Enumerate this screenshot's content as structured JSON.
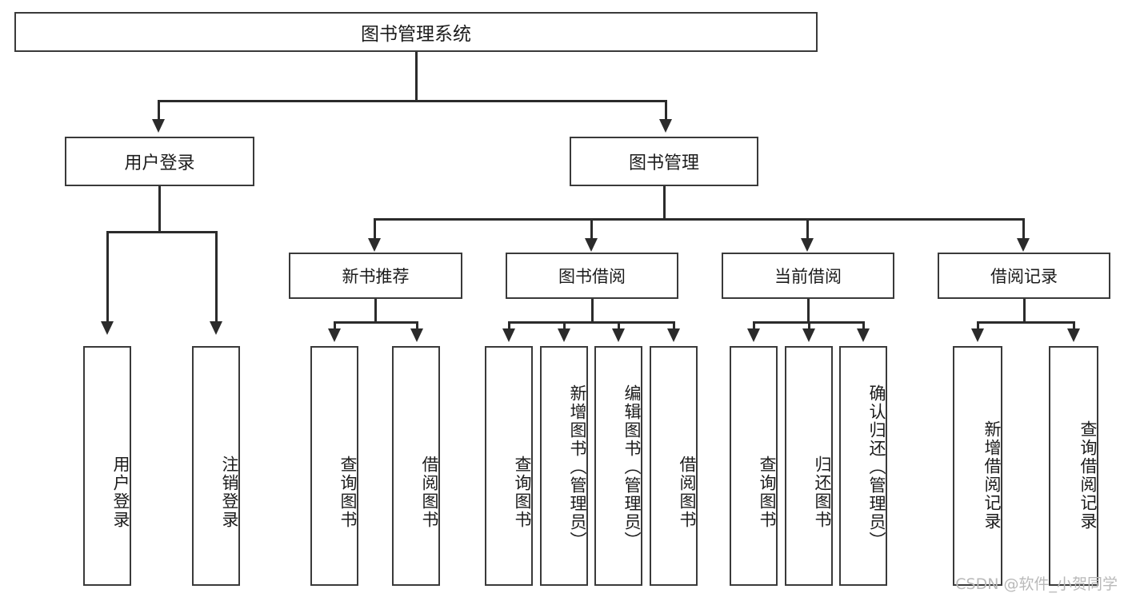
{
  "diagram": {
    "title": "图书管理系统",
    "type": "tree-hierarchy-chart",
    "root": {
      "label": "图书管理系统"
    },
    "level2": [
      {
        "label": "用户登录"
      },
      {
        "label": "图书管理"
      }
    ],
    "level3": [
      {
        "label": "新书推荐"
      },
      {
        "label": "图书借阅"
      },
      {
        "label": "当前借阅"
      },
      {
        "label": "借阅记录"
      }
    ],
    "leaves": {
      "user_login": [
        {
          "label": "用户登录"
        },
        {
          "label": "注销登录"
        }
      ],
      "new_book_recommend": [
        {
          "label": "查询图书"
        },
        {
          "label": "借阅图书"
        }
      ],
      "book_borrow": [
        {
          "label": "查询图书"
        },
        {
          "label": "新增图书（管理员）"
        },
        {
          "label": "编辑图书（管理员）"
        },
        {
          "label": "借阅图书"
        }
      ],
      "current_borrow": [
        {
          "label": "查询图书"
        },
        {
          "label": "归还图书"
        },
        {
          "label": "确认归还（管理员）"
        }
      ],
      "borrow_record": [
        {
          "label": "新增借阅记录"
        },
        {
          "label": "查询借阅记录"
        }
      ]
    }
  },
  "watermark": {
    "text": "CSDN @软件_小贺同学"
  },
  "colors": {
    "box_border": "#3a3a3a",
    "connector": "#2b2b2b",
    "background": "#ffffff",
    "text": "#1b1b1b",
    "watermark": "#b9b9b9"
  }
}
